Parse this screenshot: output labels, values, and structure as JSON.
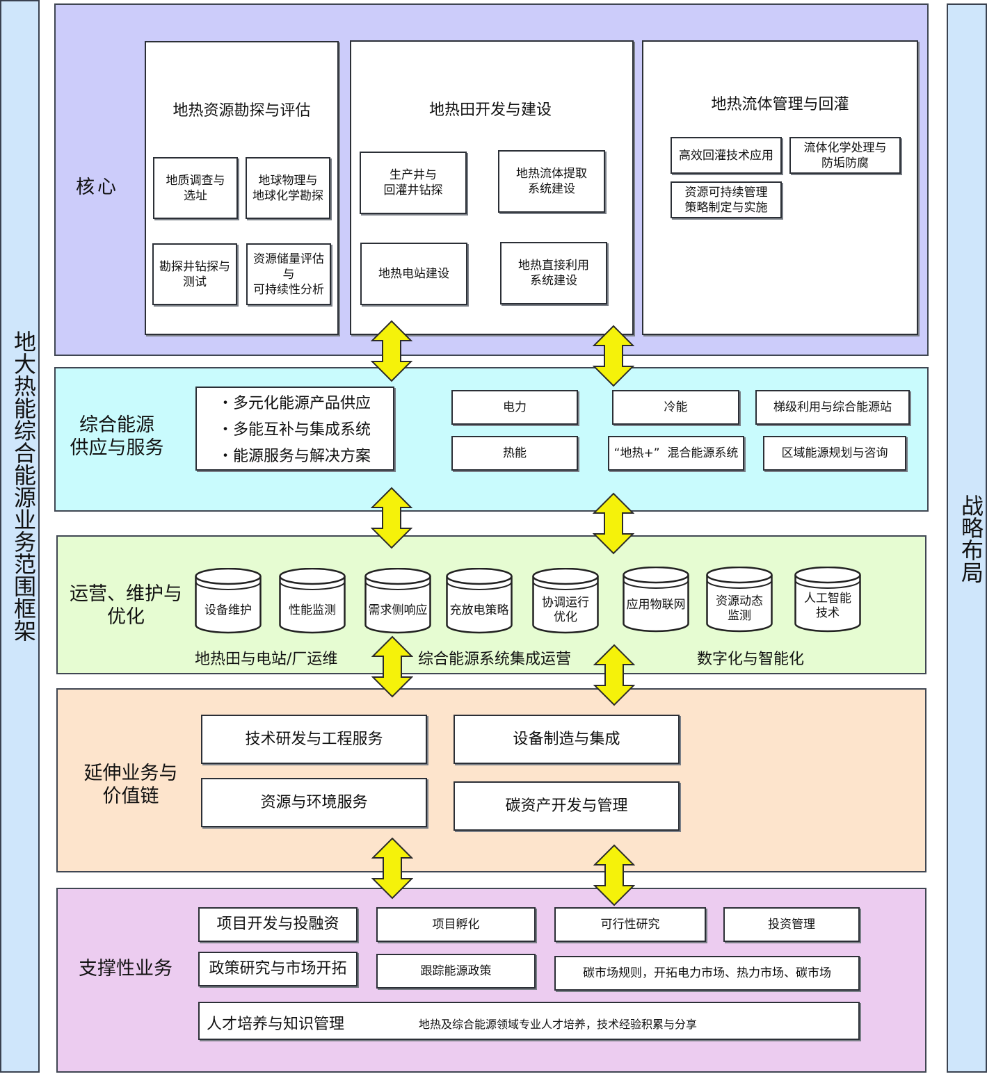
{
  "left_title": "地大热能综合能源业务范围框架",
  "right_title": "战略布局",
  "core": {
    "title": "核心",
    "col1": {
      "title": "地热资源勘探与评估",
      "items": [
        "地质调查与\n选址",
        "地球物理与\n地球化学勘探",
        "勘探井钻探与\n测试",
        "资源储量评估\n与\n可持续性分析"
      ]
    },
    "col2": {
      "title": "地热田开发与建设",
      "items": [
        "生产井与\n回灌井钻探",
        "地热流体提取\n系统建设",
        "地热电站建设",
        "地热直接利用\n系统建设"
      ]
    },
    "col3": {
      "title": "地热流体管理与回灌",
      "items": [
        "高效回灌技术应用",
        "流体化学处理与\n防垢防腐",
        "资源可持续管理\n策略制定与实施"
      ]
    }
  },
  "supply": {
    "title": "综合能源\n供应与服务",
    "bullets": [
      "・多元化能源产品供应",
      "・多能互补与集成系统",
      "・能源服务与解决方案"
    ],
    "items": [
      "电力",
      "冷能",
      "梯级利用与综合能源站",
      "热能",
      "“地热+”  混合能源系统",
      "区域能源规划与咨询"
    ]
  },
  "ops": {
    "title": "运营、维护与\n优化",
    "cylinders": [
      "设备维护",
      "性能监测",
      "需求侧响应",
      "充放电策略",
      "协调运行\n优化",
      "应用物联网",
      "资源动态\n监测",
      "人工智能\n技术"
    ],
    "captions": [
      "地热田与电站/厂运维",
      "综合能源系统集成运营",
      "数字化与智能化"
    ]
  },
  "extend": {
    "title": "延伸业务与\n价值链",
    "items": [
      "技术研发与工程服务",
      "设备制造与集成",
      "资源与环境服务",
      "碳资产开发与管理"
    ]
  },
  "support": {
    "title": "支撑性业务",
    "row1": [
      "项目开发与投融资",
      "项目孵化",
      "可行性研究",
      "投资管理"
    ],
    "row2": [
      "政策研究与市场开拓",
      "跟踪能源政策",
      "碳市场规则，开拓电力市场、热力市场、碳市场"
    ],
    "row3": [
      "人才培养与知识管理",
      "地热及综合能源领域专业人才培养，技术经验积累与分享"
    ]
  },
  "colors": {
    "core_bg": "#ccccfa",
    "supply_bg": "#c9fbfd",
    "ops_bg": "#e6fcd2",
    "extend_bg": "#fde4cc",
    "support_bg": "#ecccf0",
    "side_bg": "#cfe6fb",
    "arrow_fill": "#f5f20a"
  }
}
